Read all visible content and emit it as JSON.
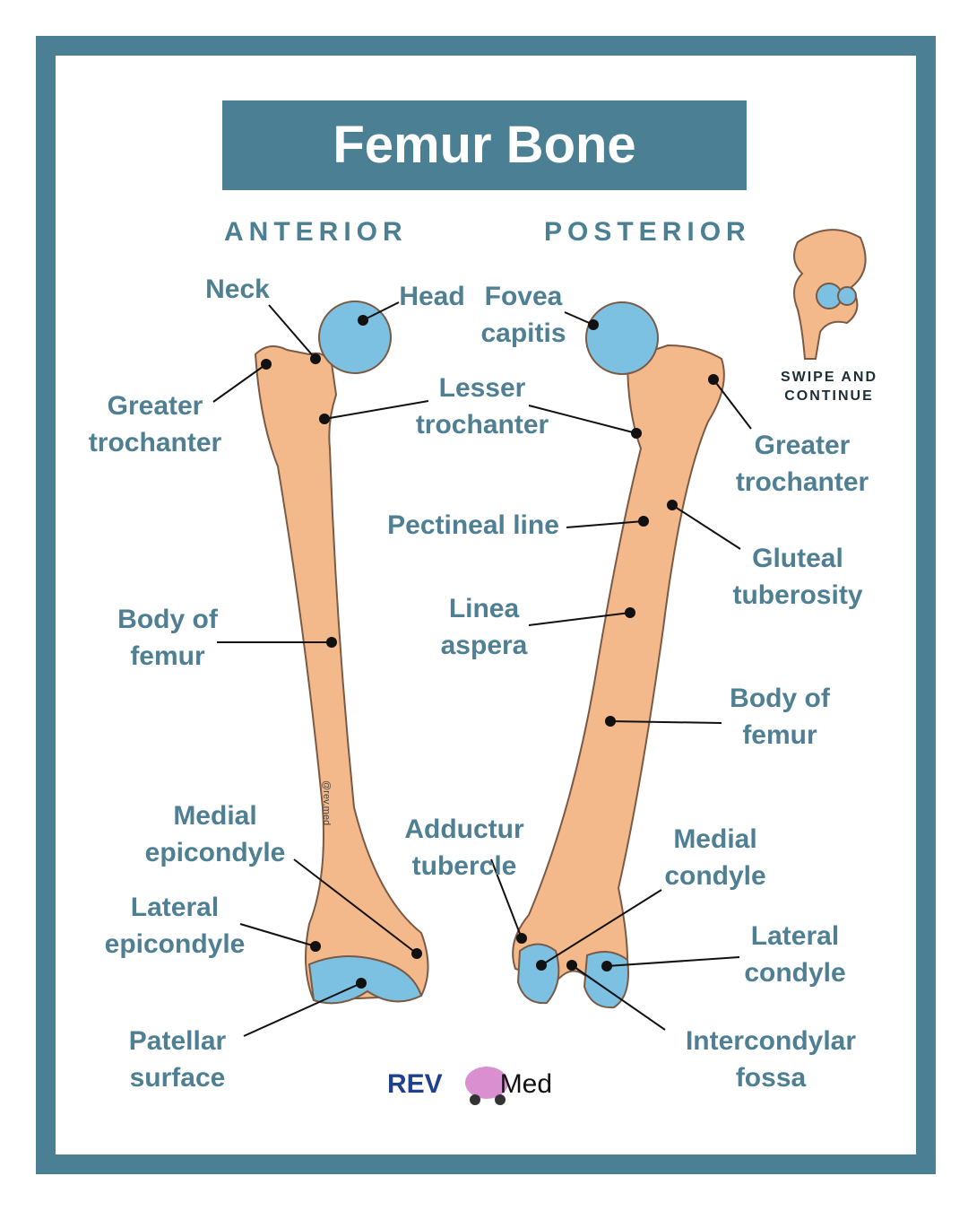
{
  "title": "Femur Bone",
  "views": {
    "anterior": "ANTERIOR",
    "posterior": "POSTERIOR"
  },
  "swipe": [
    "SWIPE AND",
    "CONTINUE"
  ],
  "watermark": "@rev.med",
  "logo": {
    "rev": "REV",
    "med": "Med"
  },
  "colors": {
    "frame": "#4b7f93",
    "bone": "#f4b98a",
    "cartilage": "#7cc0e2",
    "label": "#4e7f92"
  },
  "anterior_labels": {
    "neck": [
      "Neck"
    ],
    "head": [
      "Head"
    ],
    "greater_trochanter": [
      "Greater",
      "trochanter"
    ],
    "lesser_trochanter": [
      "Lesser",
      "trochanter"
    ],
    "body": [
      "Body of",
      "femur"
    ],
    "medial_epicondyle": [
      "Medial",
      "epicondyle"
    ],
    "lateral_epicondyle": [
      "Lateral",
      "epicondyle"
    ],
    "patellar_surface": [
      "Patellar",
      "surface"
    ]
  },
  "posterior_labels": {
    "fovea_capitis": [
      "Fovea",
      "capitis"
    ],
    "greater_trochanter": [
      "Greater",
      "trochanter"
    ],
    "pectineal_line": [
      "Pectineal line"
    ],
    "gluteal_tuberosity": [
      "Gluteal",
      "tuberosity"
    ],
    "linea_aspera": [
      "Linea",
      "aspera"
    ],
    "body": [
      "Body of",
      "femur"
    ],
    "adductur_tubercle": [
      "Adductur",
      "tubercle"
    ],
    "medial_condyle": [
      "Medial",
      "condyle"
    ],
    "lateral_condyle": [
      "Lateral",
      "condyle"
    ],
    "intercondylar_fossa": [
      "Intercondylar",
      "fossa"
    ]
  }
}
